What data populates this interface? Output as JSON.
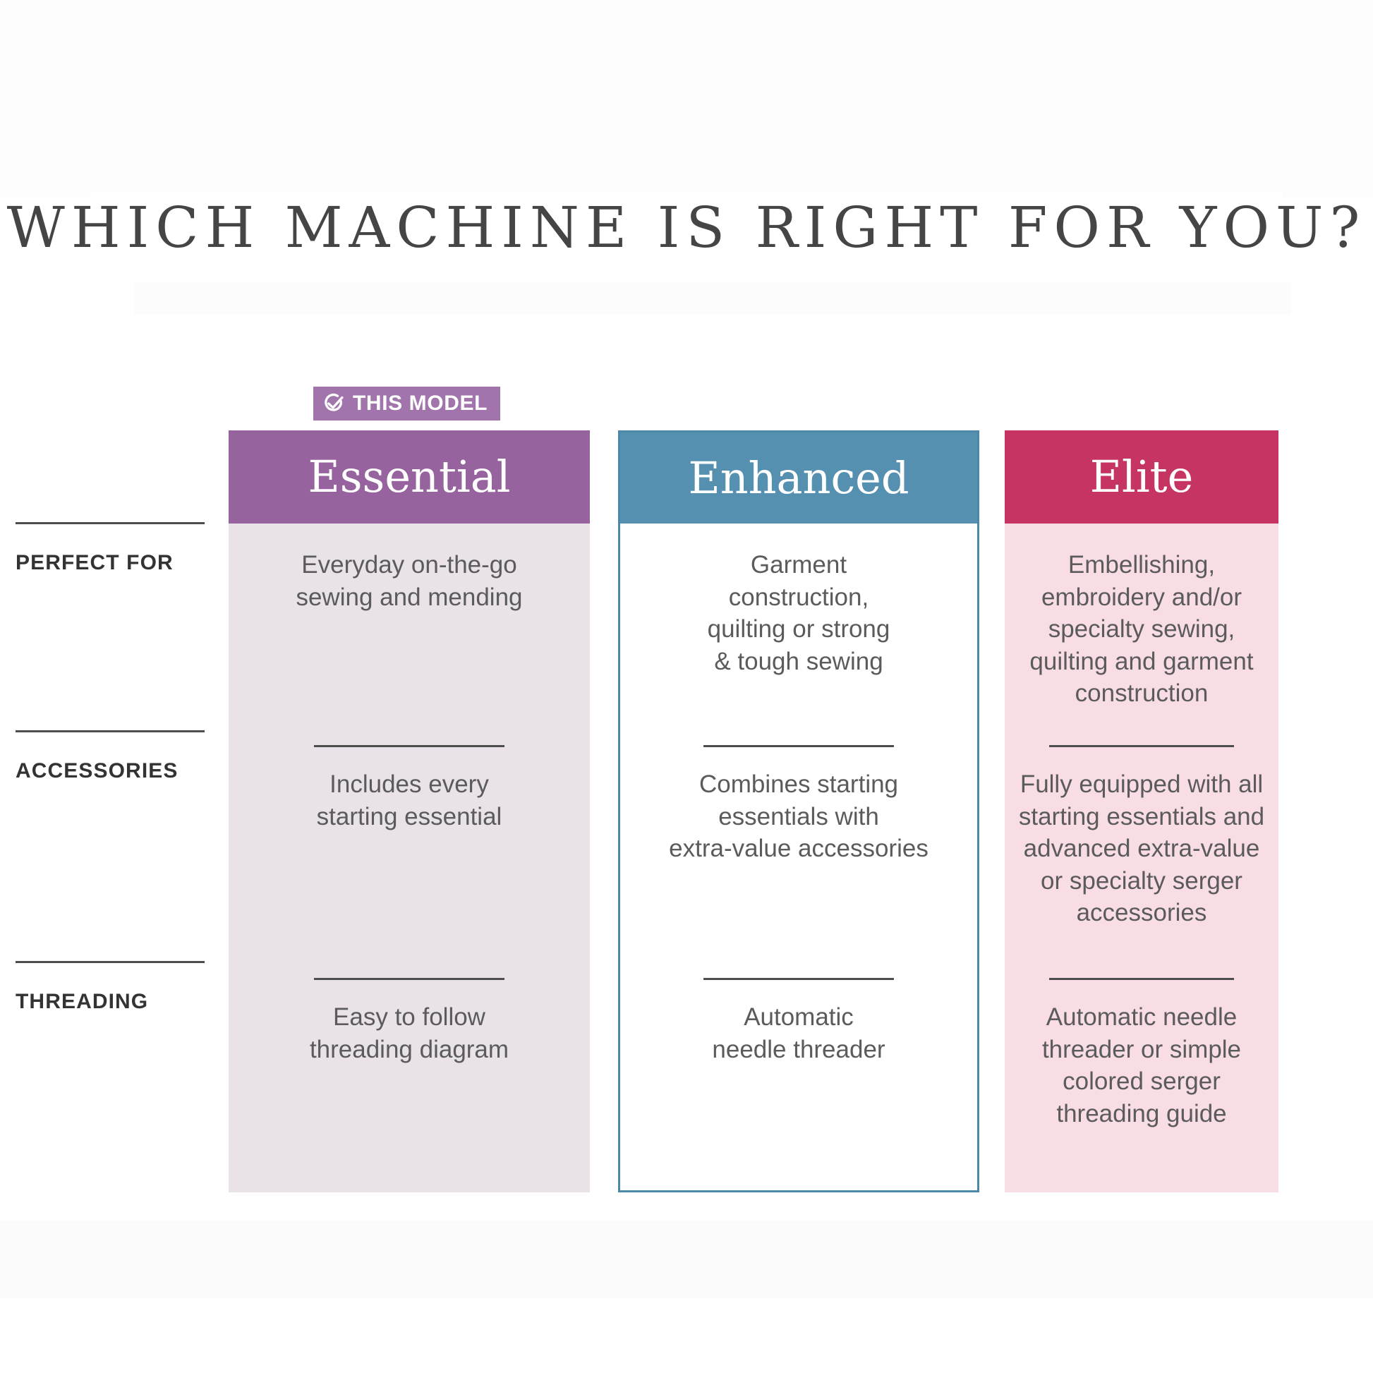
{
  "page": {
    "title": "WHICH MACHINE IS RIGHT FOR YOU?"
  },
  "badge": {
    "label": "THIS MODEL",
    "icon": "check-circle-icon",
    "color": "#a175ac",
    "applies_to_column": "Essential"
  },
  "row_labels": [
    {
      "label": "PERFECT FOR"
    },
    {
      "label": "ACCESSORIES"
    },
    {
      "label": "THREADING"
    }
  ],
  "columns": [
    {
      "name": "Essential",
      "header_color": "#96639e",
      "body_color": "#e9e2e9",
      "cells": [
        {
          "text": "Everyday on-the-go\nsewing and mending"
        },
        {
          "text": "Includes every\nstarting essential"
        },
        {
          "text": "Easy to follow\nthreading diagram"
        }
      ]
    },
    {
      "name": "Enhanced",
      "header_color": "#5690b0",
      "body_color": "#ffffff",
      "border_color": "#4c88a9",
      "cells": [
        {
          "text": "Garment\nconstruction,\nquilting or strong\n& tough sewing"
        },
        {
          "text": "Combines starting\nessentials with\nextra-value accessories"
        },
        {
          "text": "Automatic\nneedle threader"
        }
      ]
    },
    {
      "name": "Elite",
      "header_color": "#c63462",
      "body_color": "#f8dde5",
      "cells": [
        {
          "text": "Embellishing,\nembroidery and/or\nspecialty sewing,\nquilting and garment\nconstruction"
        },
        {
          "text": "Fully equipped with all\nstarting essentials and\nadvanced extra-value\nor specialty serger\naccessories"
        },
        {
          "text": "Automatic needle\nthreader or simple\ncolored serger\nthreading guide"
        }
      ]
    }
  ]
}
